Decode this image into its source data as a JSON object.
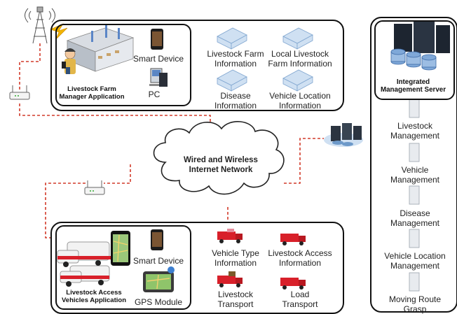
{
  "farm_panel": {
    "app_label_line1": "Livestock Farm",
    "app_label_line2": "Manager Application",
    "smart_device": "Smart Device",
    "pc": "PC",
    "info": [
      {
        "line1": "Livestock Farm",
        "line2": "Information"
      },
      {
        "line1": "Local Livestock",
        "line2": "Farm Information"
      },
      {
        "line1": "Disease",
        "line2": "Information"
      },
      {
        "line1": "Vehicle Location",
        "line2": "Information"
      }
    ]
  },
  "network": {
    "line1": "Wired and Wireless",
    "line2": "Internet Network"
  },
  "vehicle_panel": {
    "app_label_line1": "Livestock Access",
    "app_label_line2": "Vehicles Application",
    "smart_device": "Smart Device",
    "gps": "GPS Module",
    "info": [
      {
        "line1": "Vehicle Type",
        "line2": "Information"
      },
      {
        "line1": "Livestock Access",
        "line2": "Information"
      },
      {
        "line1": "Livestock",
        "line2": "Transport"
      },
      {
        "line1": "Load",
        "line2": "Transport"
      }
    ]
  },
  "server_panel": {
    "title_line1": "Integrated",
    "title_line2": "Management Server",
    "modules": [
      {
        "line1": "Livestock",
        "line2": "Management"
      },
      {
        "line1": "Vehicle",
        "line2": "Management"
      },
      {
        "line1": "Disease",
        "line2": "Management"
      },
      {
        "line1": "Vehicle Location",
        "line2": "Management"
      },
      {
        "line1": "Moving Route",
        "line2": "Grasp"
      }
    ]
  },
  "colors": {
    "link": "#d23a2a",
    "panel_border": "#111111",
    "truck_red": "#d8202a"
  }
}
